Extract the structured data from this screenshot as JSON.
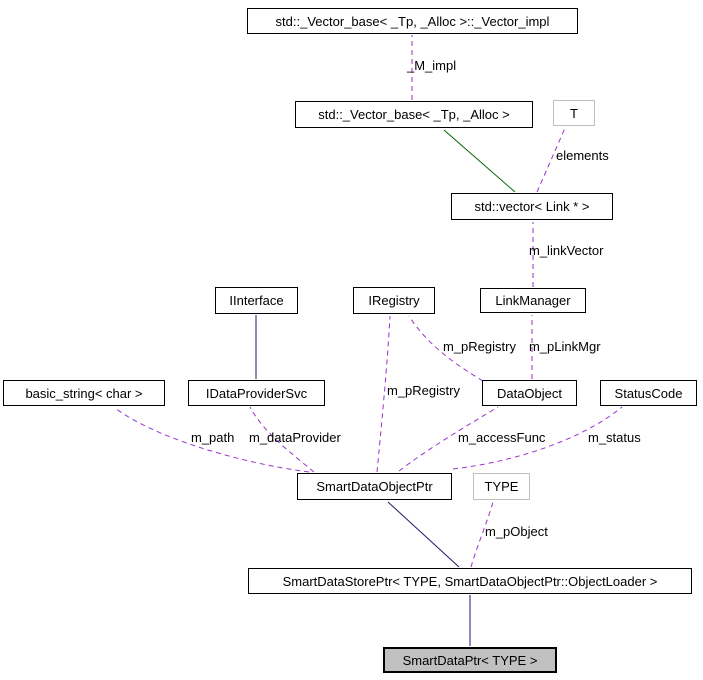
{
  "diagram": {
    "nodes": [
      {
        "id": "vector-impl",
        "label": "std::_Vector_base< _Tp, _Alloc >::_Vector_impl"
      },
      {
        "id": "vector-base",
        "label": "std::_Vector_base< _Tp, _Alloc >"
      },
      {
        "id": "t-param",
        "label": "T"
      },
      {
        "id": "vector-link",
        "label": "std::vector< Link * >"
      },
      {
        "id": "iinterface",
        "label": "IInterface"
      },
      {
        "id": "iregistry",
        "label": "IRegistry"
      },
      {
        "id": "linkmanager",
        "label": "LinkManager"
      },
      {
        "id": "basic-string",
        "label": "basic_string< char >"
      },
      {
        "id": "idataprovidersvc",
        "label": "IDataProviderSvc"
      },
      {
        "id": "dataobject",
        "label": "DataObject"
      },
      {
        "id": "statuscode",
        "label": "StatusCode"
      },
      {
        "id": "smartdataobjectptr",
        "label": "SmartDataObjectPtr"
      },
      {
        "id": "type-param",
        "label": "TYPE"
      },
      {
        "id": "smartdatastoreptr",
        "label": "SmartDataStorePtr< TYPE, SmartDataObjectPtr::ObjectLoader >"
      },
      {
        "id": "smartdataptr",
        "label": "SmartDataPtr< TYPE >"
      }
    ],
    "edge_labels": [
      {
        "text": "_M_impl"
      },
      {
        "text": "elements"
      },
      {
        "text": "m_linkVector"
      },
      {
        "text": "m_pRegistry"
      },
      {
        "text": "m_pLinkMgr"
      },
      {
        "text": "m_pRegistry"
      },
      {
        "text": "m_path"
      },
      {
        "text": "m_dataProvider"
      },
      {
        "text": "m_accessFunc"
      },
      {
        "text": "m_status"
      },
      {
        "text": "m_pObject"
      }
    ],
    "colors": {
      "inheritance_public": "#191970",
      "inheritance_protected": "#006400",
      "usage": "#9a32cd",
      "node_border": "#000000",
      "node_fill": "#ffffff",
      "template_border": "#c0c0c0",
      "focus_fill": "#c0c0c0",
      "text": "#000000",
      "background": "#ffffff"
    }
  }
}
